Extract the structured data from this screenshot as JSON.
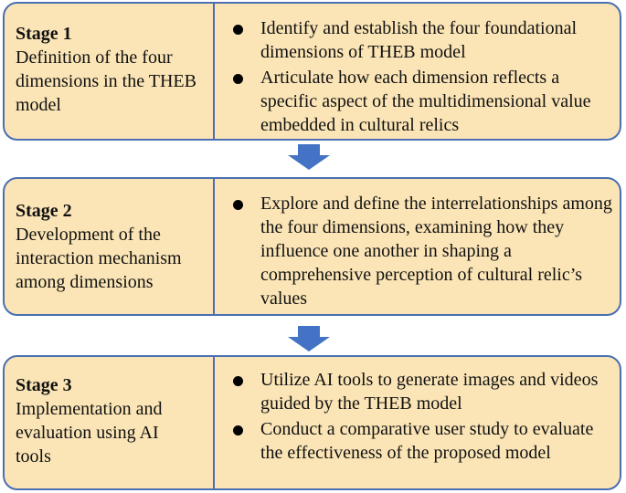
{
  "stages": [
    {
      "title": "Stage 1",
      "description": "Definition of the four dimensions in the THEB model",
      "bullets": [
        "Identify and establish the four foundational dimensions of THEB model",
        "Articulate how each dimension reflects a specific aspect of the multidimensional value embedded in cultural relics"
      ]
    },
    {
      "title": "Stage 2",
      "description": "Development of the interaction mechanism among dimensions",
      "bullets": [
        "Explore and define the interrelationships among the four dimensions, examining how they influence one another in shaping a comprehensive perception of cultural relic’s values"
      ]
    },
    {
      "title": "Stage 3",
      "description": "Implementation and evaluation using AI tools",
      "bullets": [
        "Utilize AI tools to generate images and videos guided by the THEB model",
        "Conduct a comparative user study to evaluate the effectiveness of the proposed model"
      ]
    }
  ],
  "colors": {
    "box_fill": "#fbe5b6",
    "box_border": "#4a6fb2",
    "arrow_fill": "#4472c4",
    "text": "#111111",
    "bullet": "#000000"
  },
  "icons": {
    "bullet": "filled-circle-bullet",
    "arrow": "down-arrow-icon"
  }
}
